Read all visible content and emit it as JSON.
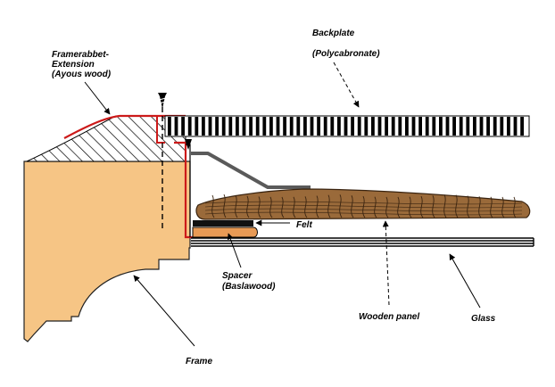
{
  "labels": {
    "backplate_line1": "Backplate",
    "backplate_line2": "(Polycabronate)",
    "framerabbet_line1": "Framerabbet-",
    "framerabbet_line2": "Extension",
    "framerabbet_line3": "(Ayous wood)",
    "felt": "Felt",
    "spacer_line1": "Spacer",
    "spacer_line2": "(Baslawood)",
    "wooden_panel": "Wooden panel",
    "glass": "Glass",
    "frame": "Frame"
  },
  "colors": {
    "frame_fill": "#f6c585",
    "spacer_fill": "#e89a55",
    "panel_fill": "#9a6a3a",
    "panel_grain": "#3a2410",
    "rabbet_outline": "#cc1a1a",
    "bracket": "#5a5a5a",
    "felt": "#111111"
  },
  "icons": [
    "screw-icon",
    "screw-icon"
  ]
}
